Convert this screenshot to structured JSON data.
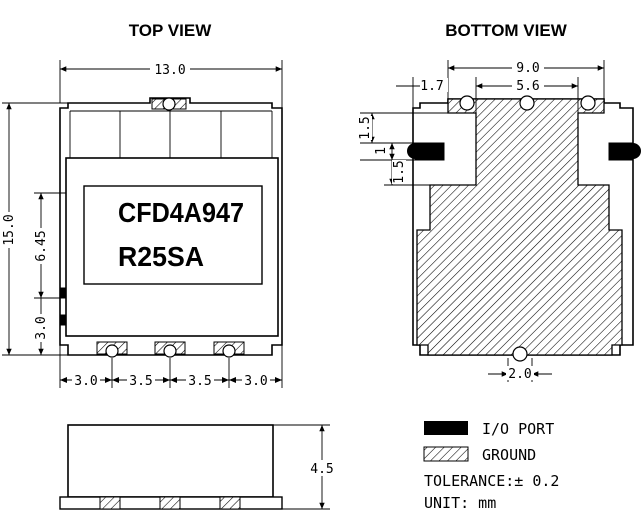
{
  "top_view": {
    "title": "TOP VIEW",
    "marking_line1": "CFD4A947",
    "marking_line2": "R25SA",
    "dims": {
      "width": "13.0",
      "height": "15.0",
      "pin_offset": "6.45",
      "pin_low": "3.0",
      "pitch_left": "3.0",
      "pitch_1": "3.5",
      "pitch_2": "3.5",
      "pitch_right": "3.0"
    }
  },
  "bottom_view": {
    "title": "BOTTOM VIEW",
    "dims": {
      "outer": "9.0",
      "left_offset": "1.7",
      "inner": "5.6",
      "pad_top": "1.5",
      "pad_mid": "1",
      "pad_low": "1.5",
      "bottom_notch": "2.0"
    }
  },
  "side_view": {
    "height": "4.5"
  },
  "legend": {
    "io_label": "I/O  PORT",
    "ground_label": "GROUND",
    "tolerance": "TOLERANCE:± 0.2",
    "unit": "UNIT:  mm",
    "colors": {
      "io": "#000000",
      "ground_hatch": "#000000"
    }
  }
}
